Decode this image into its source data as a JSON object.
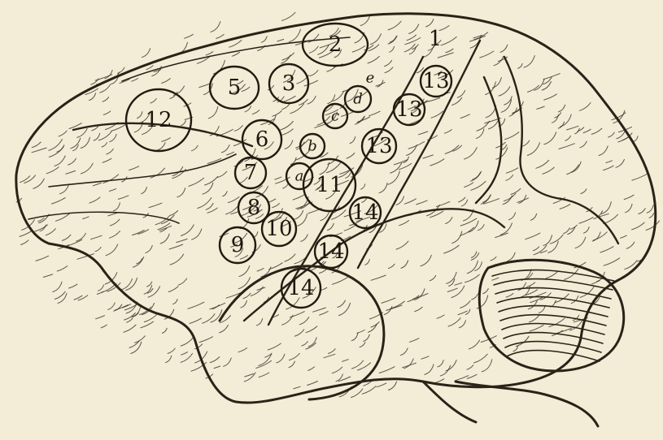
{
  "colors": {
    "paper": "#f3ecd6",
    "ink": "#2a2218"
  },
  "regions": [
    {
      "id": "1",
      "label": "1",
      "ring": false
    },
    {
      "id": "2",
      "label": "2",
      "ring": true
    },
    {
      "id": "3",
      "label": "3",
      "ring": true
    },
    {
      "id": "5",
      "label": "5",
      "ring": true
    },
    {
      "id": "6",
      "label": "6",
      "ring": true
    },
    {
      "id": "7",
      "label": "7",
      "ring": true
    },
    {
      "id": "8",
      "label": "8",
      "ring": true
    },
    {
      "id": "9",
      "label": "9",
      "ring": true
    },
    {
      "id": "10",
      "label": "10",
      "ring": true
    },
    {
      "id": "11",
      "label": "11",
      "ring": true
    },
    {
      "id": "12",
      "label": "12",
      "ring": true
    },
    {
      "id": "13a",
      "label": "13",
      "ring": true
    },
    {
      "id": "13b",
      "label": "13",
      "ring": true
    },
    {
      "id": "13c",
      "label": "13",
      "ring": true
    },
    {
      "id": "14a",
      "label": "14",
      "ring": true
    },
    {
      "id": "14b",
      "label": "14",
      "ring": true
    },
    {
      "id": "14c",
      "label": "14",
      "ring": true
    },
    {
      "id": "a",
      "label": "a",
      "ring": true
    },
    {
      "id": "b",
      "label": "b",
      "ring": true
    },
    {
      "id": "c",
      "label": "c",
      "ring": true
    },
    {
      "id": "d",
      "label": "d",
      "ring": true
    },
    {
      "id": "e",
      "label": "e",
      "ring": false
    }
  ]
}
